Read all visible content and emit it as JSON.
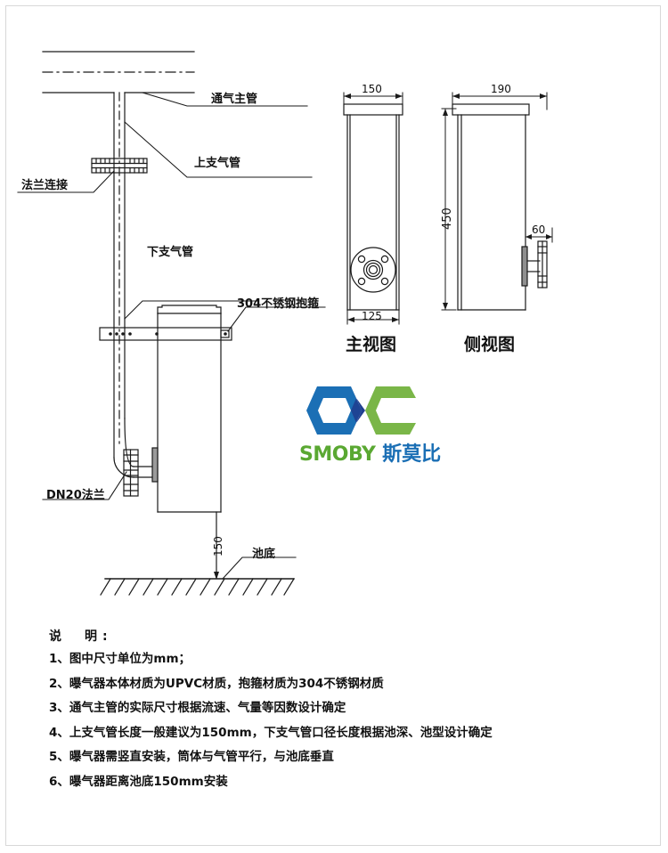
{
  "document": {
    "kind": "engineering-drawing",
    "title_main_view": "主视图",
    "title_side_view": "侧视图"
  },
  "callouts": {
    "main_air_pipe": "通气主管",
    "upper_branch_pipe": "上支气管",
    "flange_connection": "法兰连接",
    "lower_branch_pipe": "下支气管",
    "clamp": "304不锈钢抱箍",
    "dn20_flange": "DN20法兰",
    "pool_bottom": "池底"
  },
  "dimensions": {
    "install_height": "150",
    "front_top_width": "150",
    "front_bottom_width": "125",
    "body_height": "450",
    "side_width": "190",
    "side_flange_offset": "60"
  },
  "logo": {
    "brand_en": "SMOBY",
    "brand_cn": "斯莫比",
    "color_blue": "#1b6fb5",
    "color_green": "#7ab648",
    "color_dark": "#1f3f8f",
    "color_text_green": "#5aa832"
  },
  "notes": {
    "title": "说　明:",
    "items": [
      "1、图中尺寸单位为mm；",
      "2、曝气器本体材质为UPVC材质，抱箍材质为304不锈钢材质",
      "3、通气主管的实际尺寸根据流速、气量等因数设计确定",
      "4、上支气管长度一般建议为150mm，下支气管口径长度根据池深、池型设计确定",
      "5、曝气器需竖直安装，筒体与气管平行，与池底垂直",
      "6、曝气器距离池底150mm安装"
    ]
  }
}
